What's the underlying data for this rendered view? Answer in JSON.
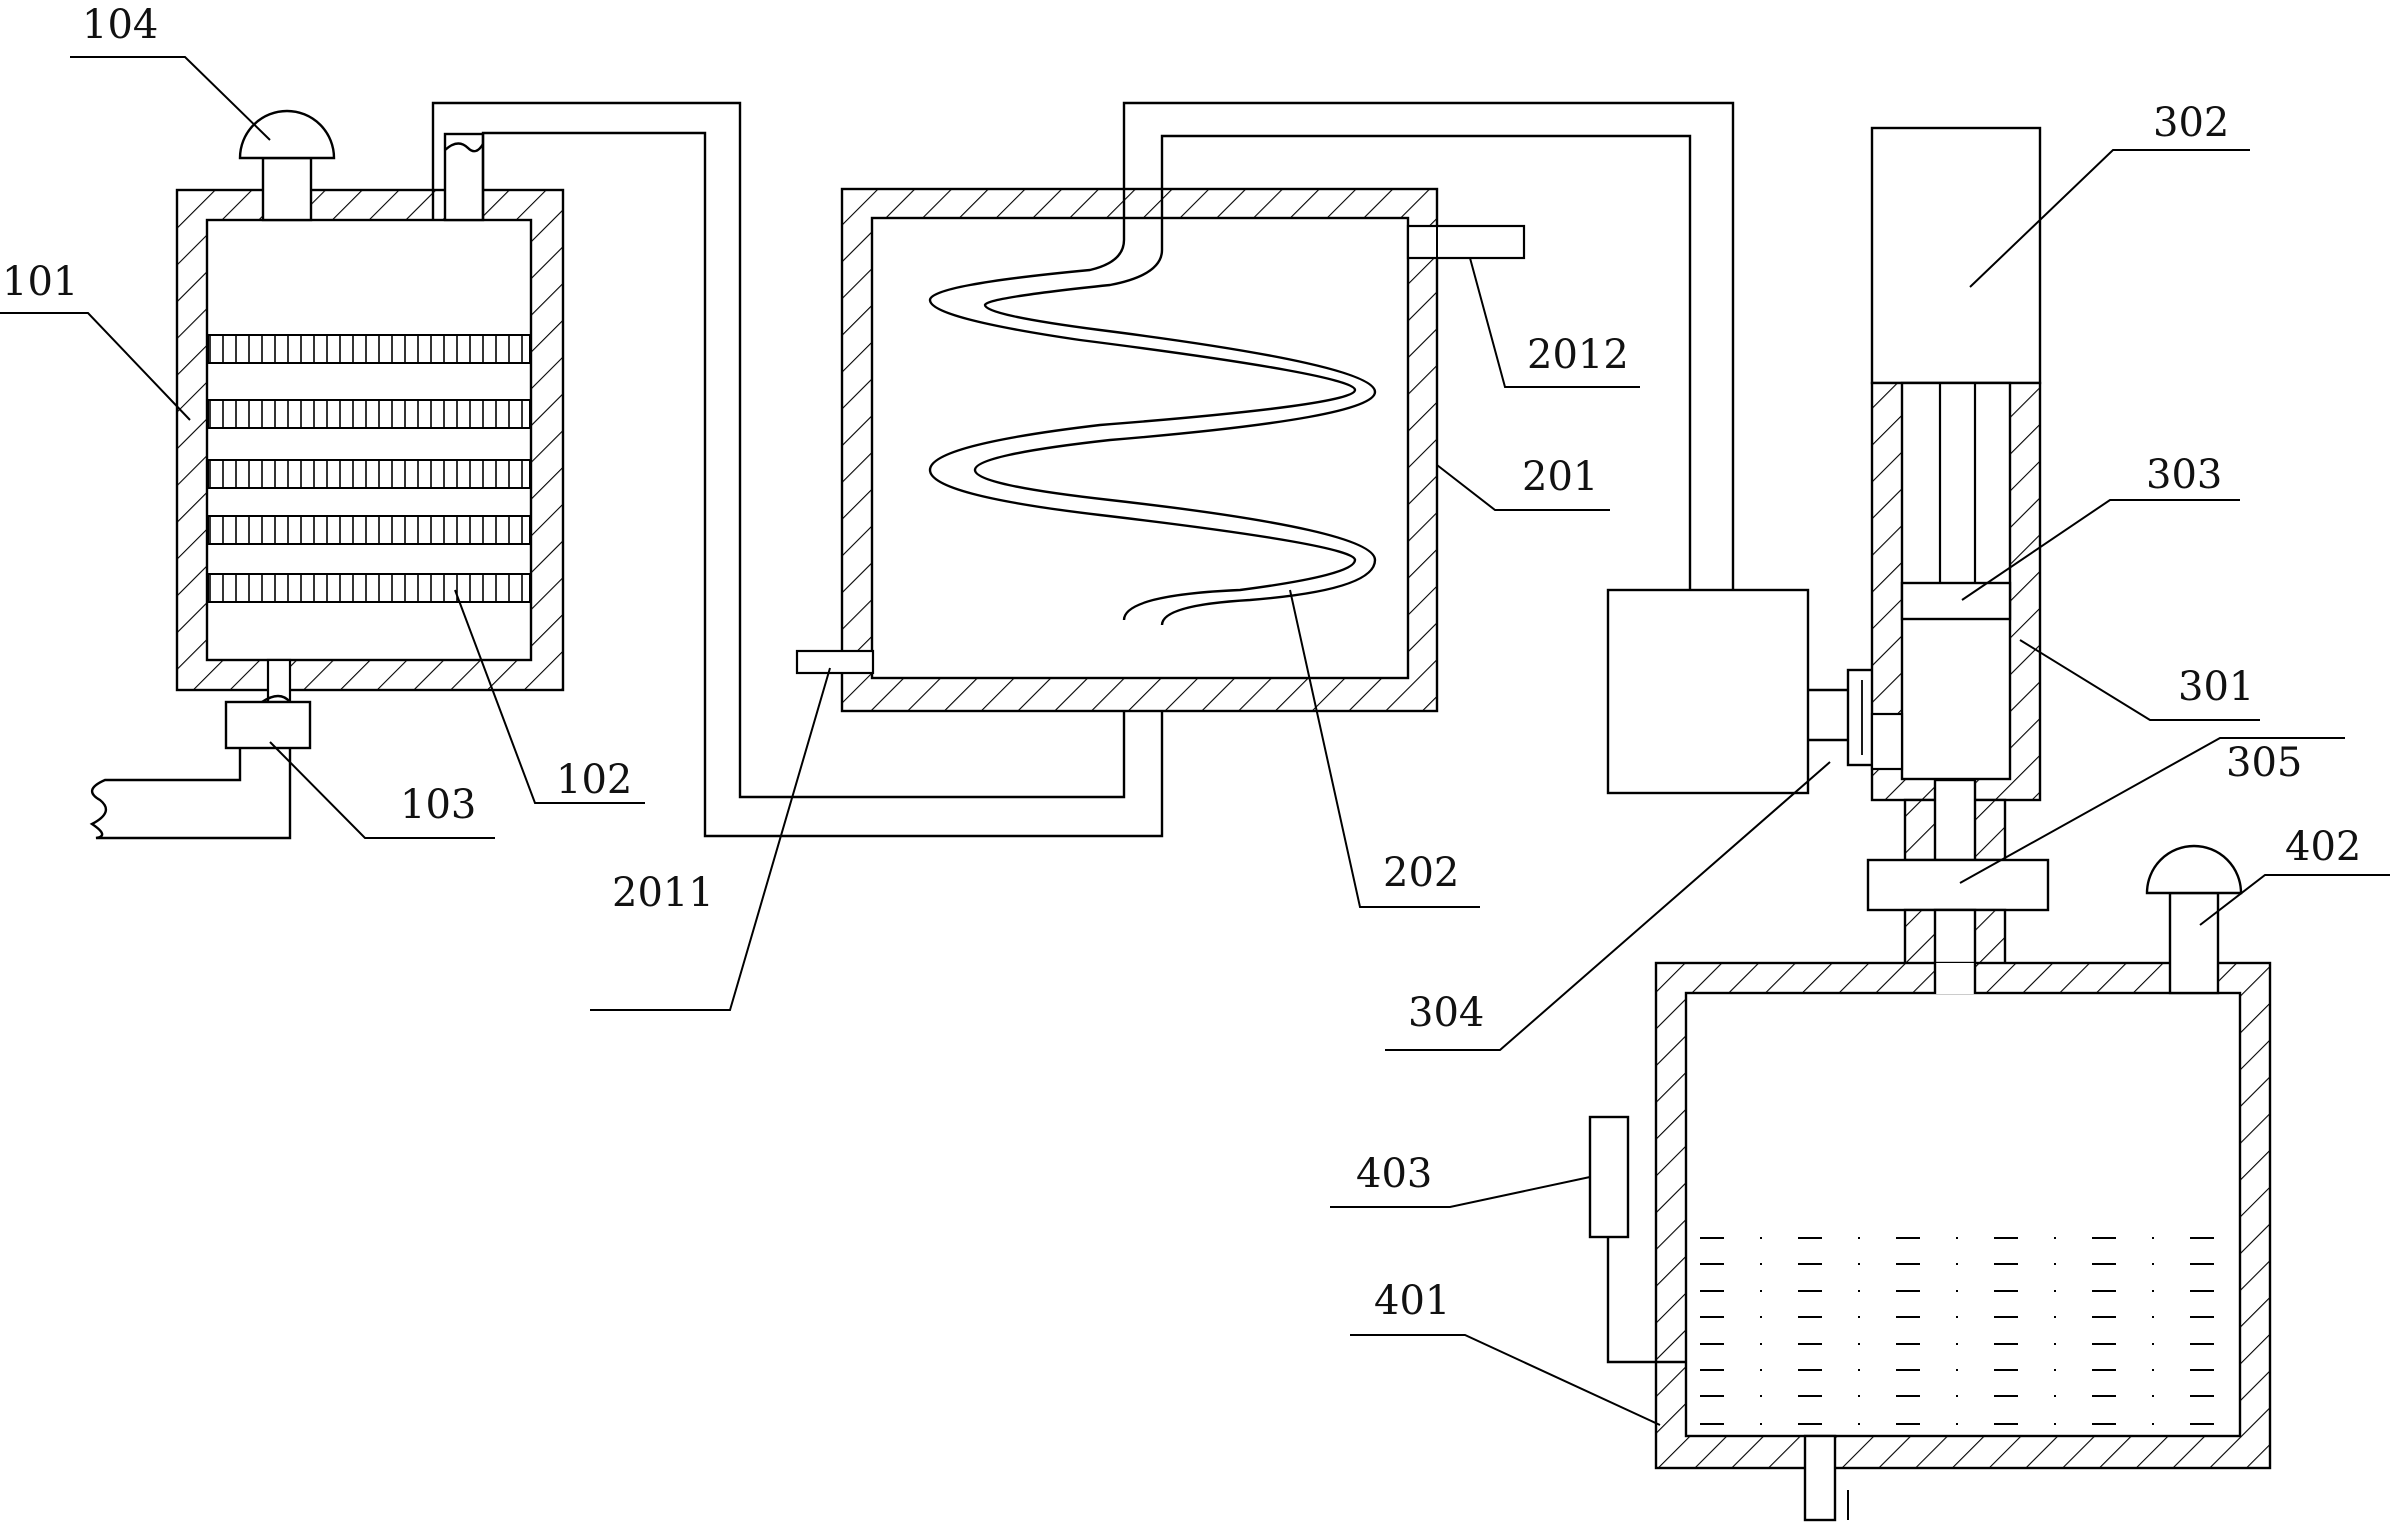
{
  "labels": {
    "l104": "104",
    "l101": "101",
    "l102": "102",
    "l103": "103",
    "l2011": "2011",
    "l2012": "2012",
    "l201": "201",
    "l202": "202",
    "l302": "302",
    "l303": "303",
    "l301": "301",
    "l305": "305",
    "l304": "304",
    "l402": "402",
    "l403": "403",
    "l401": "401"
  }
}
